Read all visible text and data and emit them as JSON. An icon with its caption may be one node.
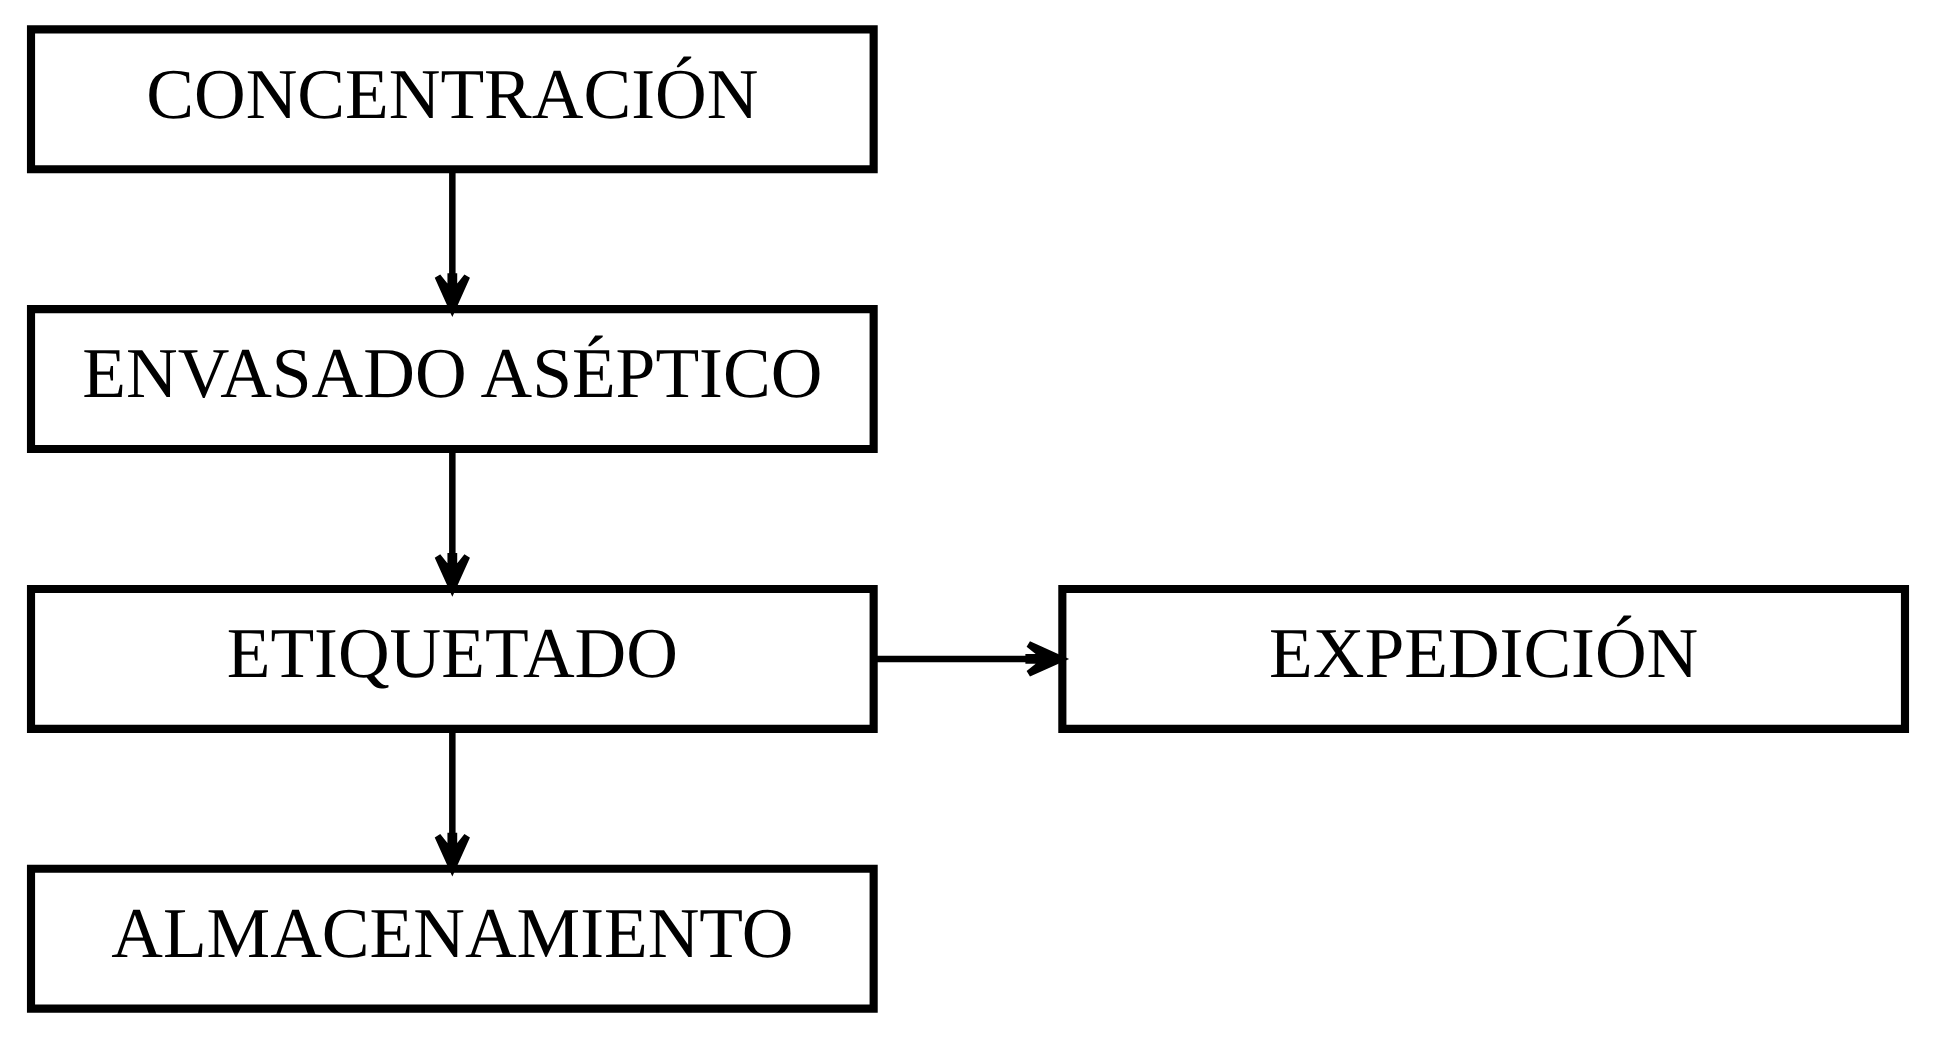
{
  "diagram": {
    "nodes": [
      {
        "text": [
          "CONCENTRACIÓN"
        ]
      },
      {
        "text": [
          "ENVASADO ASÉPTICO"
        ]
      },
      {
        "text": [
          "ETIQUETADO"
        ]
      },
      {
        "text": [
          "EXPEDICIÓN"
        ]
      },
      {
        "text": [
          "ALMACENAMIENTO"
        ]
      }
    ],
    "edges": [
      {
        "from": 0,
        "to": 1,
        "arrow": "to"
      },
      {
        "from": 1,
        "to": 2,
        "arrow": "to"
      },
      {
        "from": 2,
        "to": 3,
        "arrow": "to"
      },
      {
        "from": 2,
        "to": 4,
        "arrow": "to"
      }
    ]
  }
}
